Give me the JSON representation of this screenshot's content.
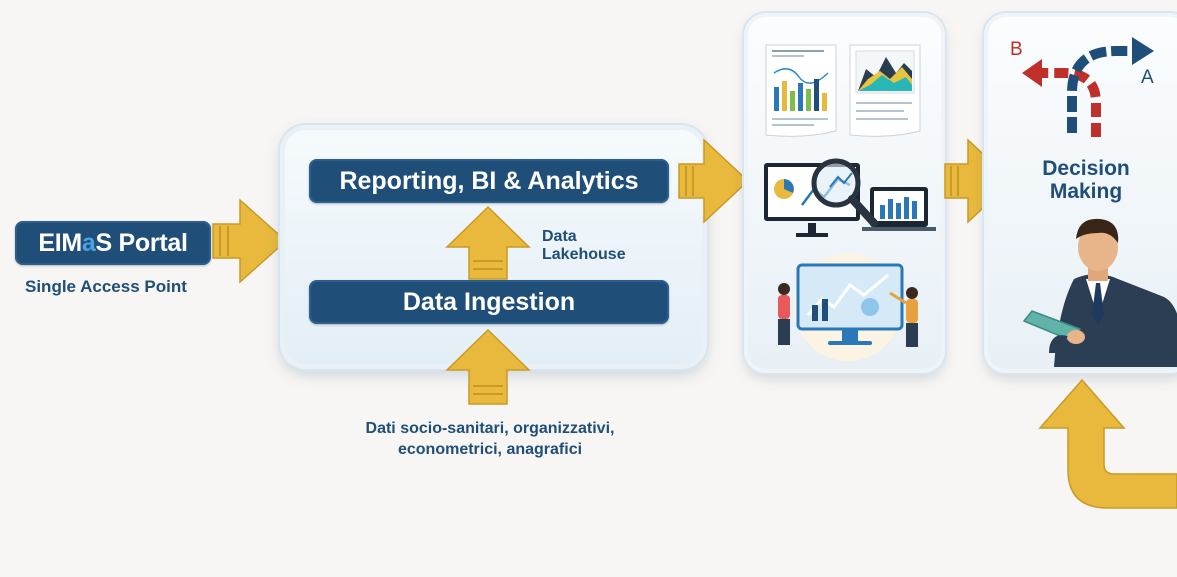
{
  "portal": {
    "title_prefix": "EIM",
    "title_accent": "a",
    "title_suffix": "S Portal",
    "subtitle": "Single Access Point"
  },
  "platform": {
    "reporting_label": "Reporting, BI & Analytics",
    "lakehouse_label_1": "Data",
    "lakehouse_label_2": "Lakehouse",
    "ingestion_label": "Data Ingestion"
  },
  "sources": {
    "line1": "Dati socio-sanitari, organizzativi,",
    "line2": "econometrici, anagrafici"
  },
  "decision": {
    "title_line1": "Decision",
    "title_line2": "Making",
    "option_b": "B",
    "option_a": "A"
  },
  "colors": {
    "navy": "#1f4e78",
    "arrow_gold": "#e8b93d",
    "accent_blue": "#4aa3df",
    "option_b_red": "#c0302a"
  }
}
